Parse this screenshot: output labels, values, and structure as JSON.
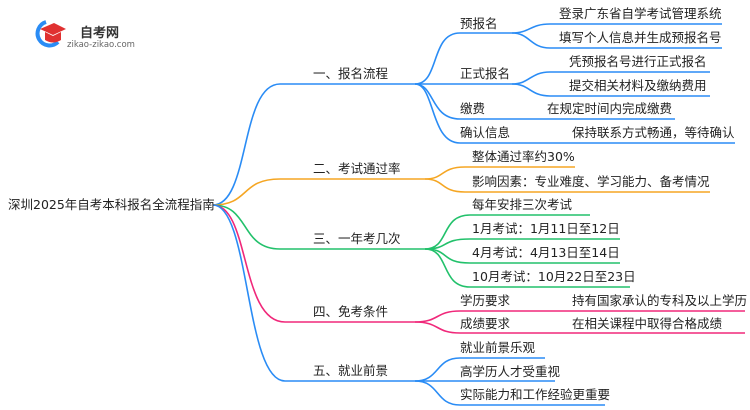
{
  "logo": {
    "title": "自考网",
    "url": "zikao-zikao.com"
  },
  "root": "深圳2025年自考本科报名全流程指南",
  "colors": {
    "s1": "#2a8cf5",
    "s2": "#f5a623",
    "s3": "#22c16b",
    "s4": "#f0287a",
    "s5": "#2a8cf5"
  },
  "sections": [
    {
      "label": "一、报名流程",
      "children": [
        {
          "label": "预报名",
          "children": [
            "登录广东省自学考试管理系统",
            "填写个人信息并生成预报名号"
          ]
        },
        {
          "label": "正式报名",
          "children": [
            "凭预报名号进行正式报名",
            "提交相关材料及缴纳费用"
          ]
        },
        {
          "label": "缴费",
          "children": [
            "在规定时间内完成缴费"
          ]
        },
        {
          "label": "确认信息",
          "children": [
            "保持联系方式畅通，等待确认"
          ]
        }
      ]
    },
    {
      "label": "二、考试通过率",
      "children": [
        "整体通过率约30%",
        "影响因素：专业难度、学习能力、备考情况"
      ]
    },
    {
      "label": "三、一年考几次",
      "children": [
        "每年安排三次考试",
        "1月考试：1月11日至12日",
        "4月考试：4月13日至14日",
        "10月考试：10月22日至23日"
      ]
    },
    {
      "label": "四、免考条件",
      "children": [
        {
          "label": "学历要求",
          "children": [
            "持有国家承认的专科及以上学历"
          ]
        },
        {
          "label": "成绩要求",
          "children": [
            "在相关课程中取得合格成绩"
          ]
        }
      ]
    },
    {
      "label": "五、就业前景",
      "children": [
        "就业前景乐观",
        "高学历人才受重视",
        "实际能力和工作经验更重要"
      ]
    }
  ]
}
